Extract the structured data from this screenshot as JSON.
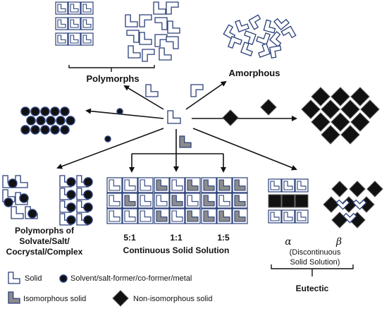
{
  "labels": {
    "polymorphs": "Polymorphs",
    "amorphous": "Amorphous",
    "solvate_line1": "Polymorphs of",
    "solvate_line2": "Solvate/Salt/",
    "solvate_line3": "Cocrystal/Complex",
    "ratio_51": "5:1",
    "ratio_11": "1:1",
    "ratio_15": "1:5",
    "continuous": "Continuous Solid Solution",
    "alpha": "α",
    "beta": "β",
    "discontinuous_line1": "(Discontinuous",
    "discontinuous_line2": "Solid Solution)",
    "eutectic": "Eutectic"
  },
  "legend": [
    {
      "symbol": "solid-icon",
      "text": "Solid"
    },
    {
      "symbol": "solvent-dot-icon",
      "text": "Solvent/salt-former/co-former/metal"
    },
    {
      "symbol": "isomorphous-solid-icon",
      "text": "Isomorphous solid"
    },
    {
      "symbol": "non-isomorphous-diamond-icon",
      "text": "Non-isomorphous solid"
    }
  ],
  "colors": {
    "solid_stroke": "#2a3f7a",
    "solid_fill": "#ffffff",
    "isomorphous_fill": "#8c8c8c",
    "dark": "#111111",
    "solvent_ring": "#2a3f7a",
    "arrow": "#111111"
  }
}
